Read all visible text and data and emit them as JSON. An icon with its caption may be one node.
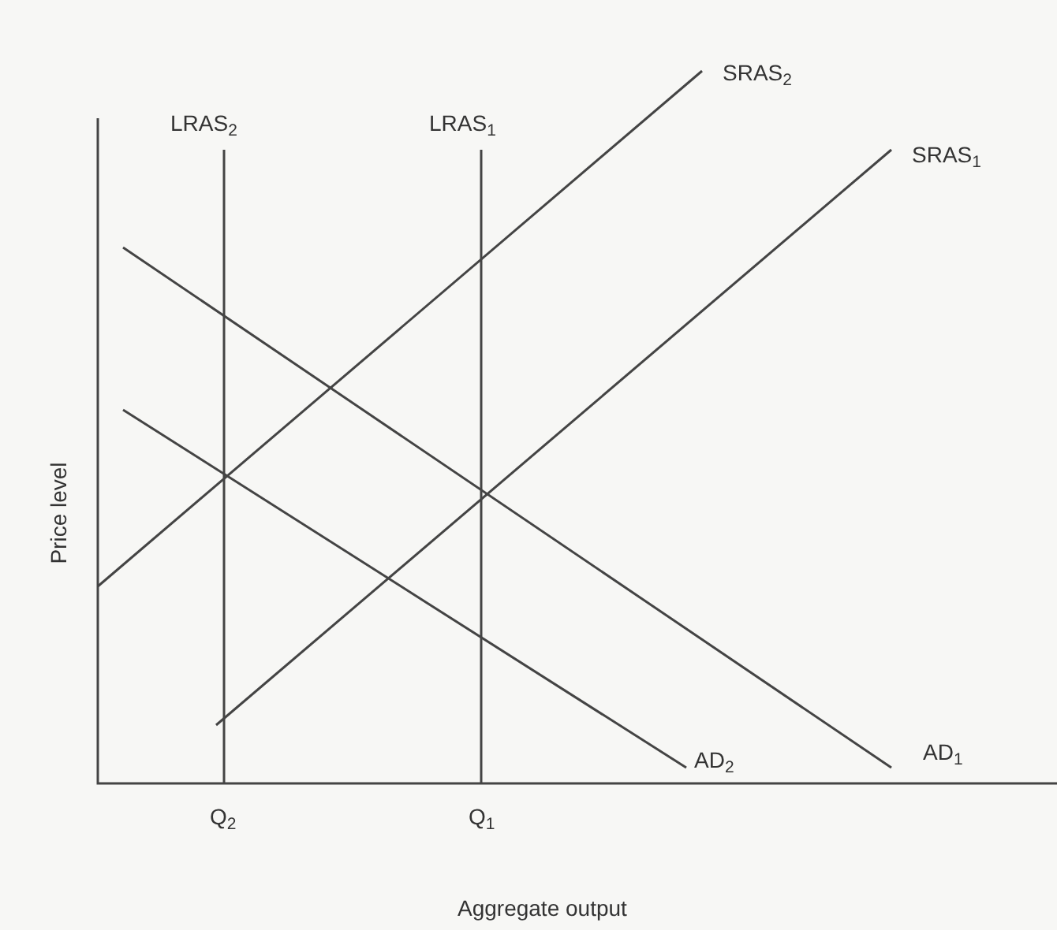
{
  "diagram": {
    "labels": [
      "LRAS$_{2}$",
      "LRAS$_{1}$",
      "SRAS$_{2}$",
      "SRAS$_{1}$",
      "Price level",
      "AD$_{2}$",
      "AD$_{1}$",
      "Q$_{2}$",
      "Q$_{1}$",
      "Aggregate output"
    ]
  }
}
